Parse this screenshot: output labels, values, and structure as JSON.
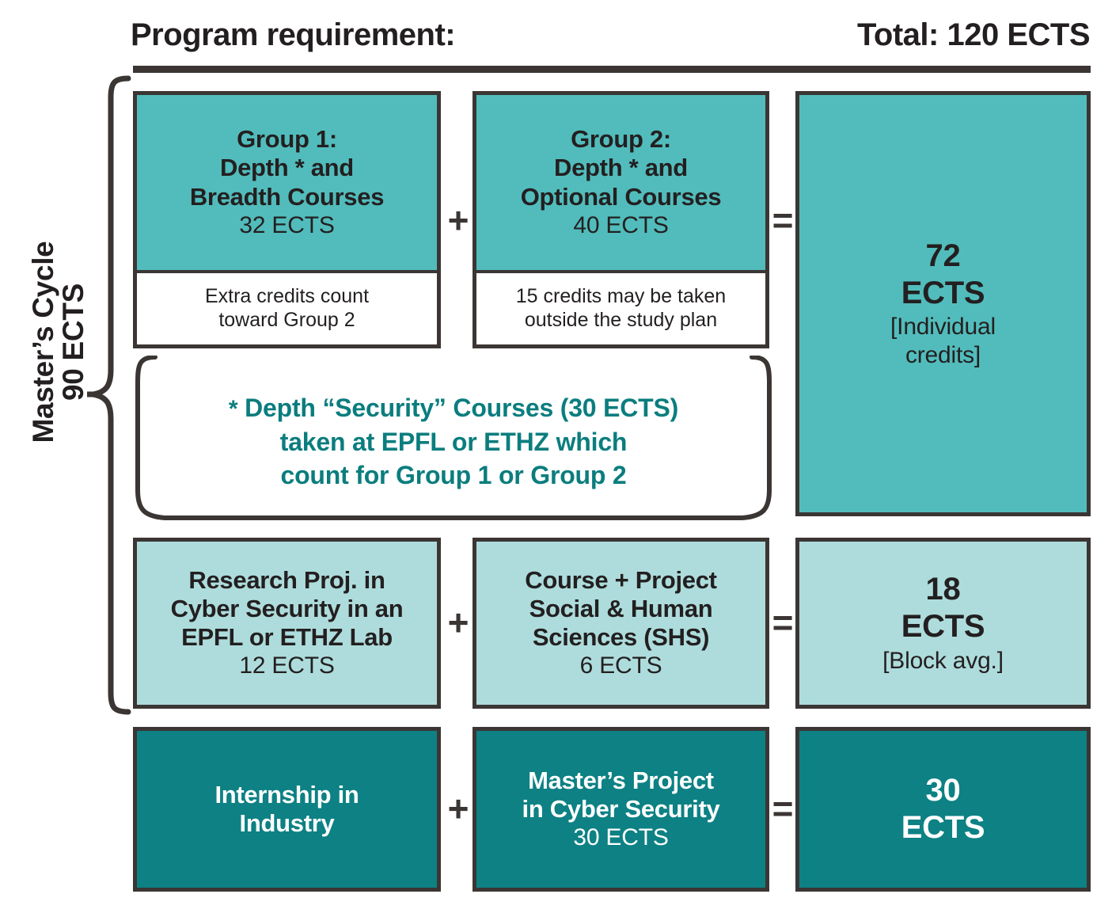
{
  "header": {
    "left_title": "Program requirement:",
    "right_total": "Total: 120 ECTS"
  },
  "side": {
    "line1": "Master’s Cycle",
    "line2": "90 ECTS"
  },
  "operators": {
    "plus": "+",
    "equals": "="
  },
  "rows": [
    {
      "id": "courses",
      "left": {
        "title_lines": [
          "Group 1:",
          "Depth * and",
          "Breadth Courses"
        ],
        "title": "Group 1:\nDepth * and\nBreadth Courses",
        "ects": "32 ECTS",
        "note": "Extra credits count\ntoward Group 2",
        "color": "#52bcbc"
      },
      "middle": {
        "title": "Group 2:\nDepth * and\nOptional Courses",
        "ects": "40 ECTS",
        "note": "15 credits may be taken\noutside the study plan",
        "color": "#52bcbc"
      },
      "result": {
        "number": "72",
        "unit": "ECTS",
        "caption": "[Individual\ncredits]",
        "color": "#52bcbc"
      }
    },
    {
      "id": "project-shs",
      "left": {
        "title": "Research Proj. in\nCyber Security in an\nEPFL or ETHZ Lab",
        "ects": "12 ECTS",
        "color": "#aedcdc"
      },
      "middle": {
        "title": "Course + Project\nSocial & Human\nSciences (SHS)",
        "ects": "6 ECTS",
        "color": "#aedcdc"
      },
      "result": {
        "number": "18",
        "unit": "ECTS",
        "caption": "[Block avg.]",
        "color": "#aedcdc"
      }
    },
    {
      "id": "internship-master",
      "left": {
        "title": "Internship in\nIndustry",
        "ects": "",
        "color": "#0d8184"
      },
      "middle": {
        "title": "Master’s Project\nin Cyber Security",
        "ects": "30 ECTS",
        "color": "#0d8184"
      },
      "result": {
        "number": "30",
        "unit": "ECTS",
        "caption": "",
        "color": "#0d8184"
      }
    }
  ],
  "footnote": {
    "marker": "*",
    "line1": "Depth “Security” Courses (30 ECTS)",
    "line2": "taken at EPFL or ETHZ which",
    "line3": "count for Group 1 or Group 2",
    "color": "#0b7d7e"
  },
  "colors": {
    "teal_mid": "#52bcbc",
    "teal_light": "#aedcdc",
    "teal_dark": "#0d8184",
    "outline": "#3b3634",
    "text_dark": "#231f20",
    "footnote_teal": "#0b7d7e"
  }
}
